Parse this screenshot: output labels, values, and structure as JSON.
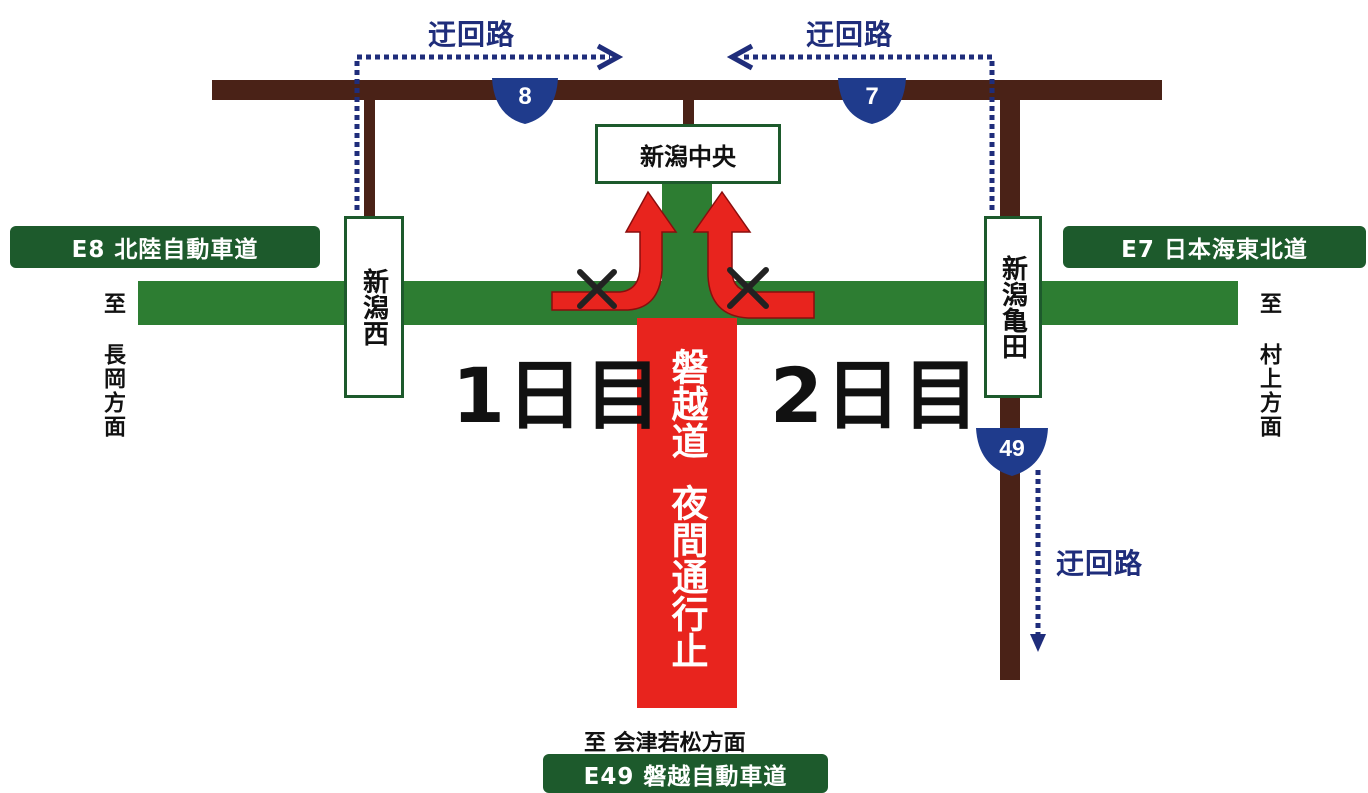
{
  "routes": {
    "route8": "8",
    "route7": "7",
    "route49": "49"
  },
  "interchanges": {
    "niigata_chuo": "新潟中央",
    "niigata_nishi": "新潟西",
    "niigata_kameda": "新潟亀田"
  },
  "expressways": {
    "e8": "E8 北陸自動車道",
    "e7": "E7 日本海東北道",
    "e49": "E49 磐越自動車道"
  },
  "destinations": {
    "west": "至 長岡方面",
    "east": "至 村上方面",
    "south": "至 会津若松方面"
  },
  "detour_label": "迂回路",
  "days": {
    "day1": "1日目",
    "day2": "2日目"
  },
  "closure": {
    "line1": "磐越道",
    "line2": "夜間通行止"
  },
  "colors": {
    "expressway": "#2d7d32",
    "national_road": "#4a2217",
    "closure": "#e8241e",
    "detour": "#1f2d7b",
    "route_shield": "#1f3b8c"
  }
}
